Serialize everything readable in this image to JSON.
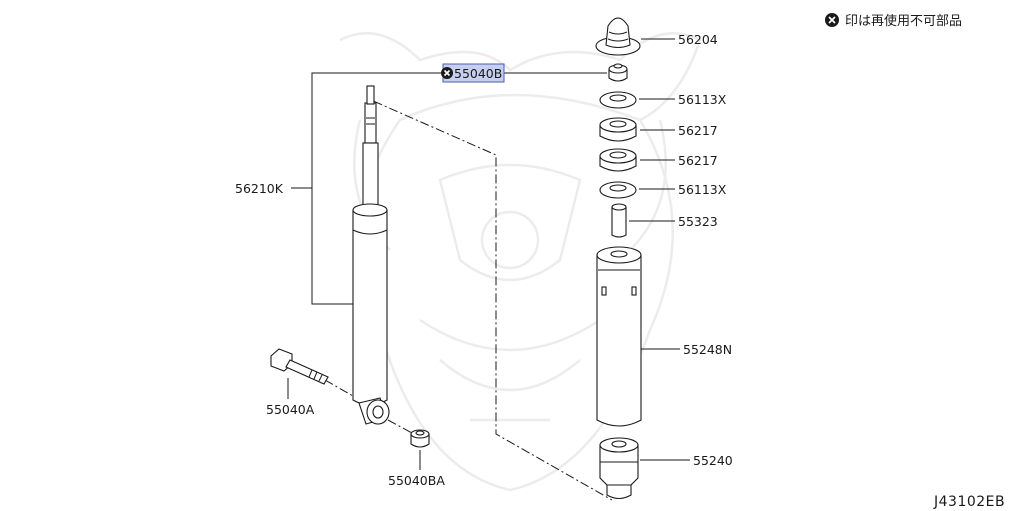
{
  "legend": {
    "icon": "x-circle-icon",
    "text": "印は再使用不可部品"
  },
  "diagram_code": "J43102EB",
  "colors": {
    "highlight": "#c7cff0",
    "highlight_border": "#4a5bb0",
    "ink": "#1a1a1a",
    "watermark": "#ececec"
  },
  "parts": {
    "p56204": "56204",
    "p55040b": "55040B",
    "p56113x_top": "56113X",
    "p56217_top": "56217",
    "p56217_bottom": "56217",
    "p56113x_bottom": "56113X",
    "p55323": "55323",
    "p56210k": "56210K",
    "p55248n": "55248N",
    "p55240": "55240",
    "p55040a": "55040A",
    "p55040ba": "55040BA"
  },
  "highlighted_part": "55040B",
  "non_reusable_parts": [
    "55040B"
  ]
}
